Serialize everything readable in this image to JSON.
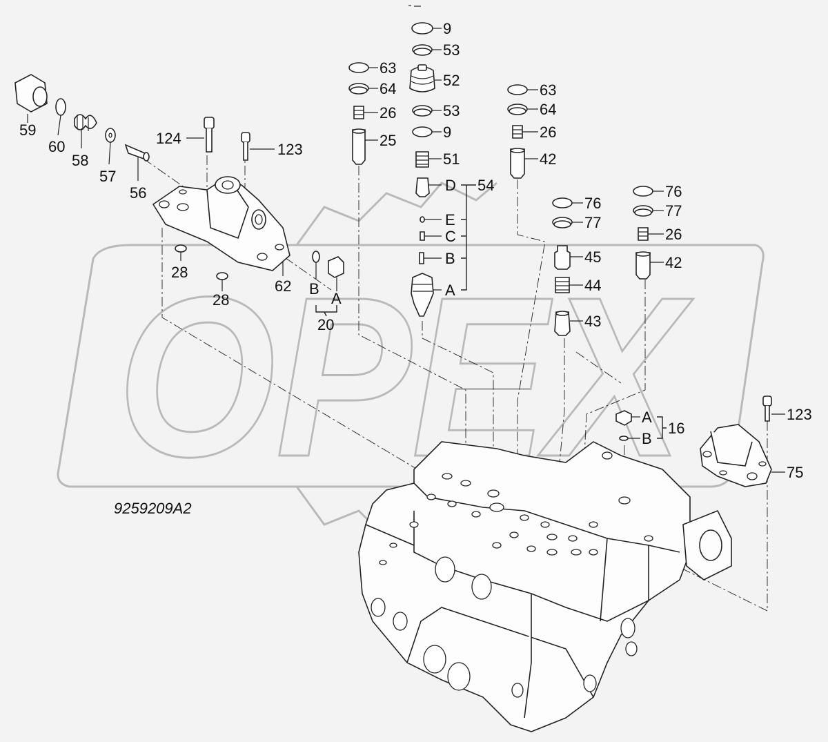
{
  "drawing_code": "9259209A2",
  "watermark_text": "OPEX",
  "callouts": {
    "n9a": "9",
    "n53a": "53",
    "n52": "52",
    "n53b": "53",
    "n9b": "9",
    "n51": "51",
    "nD": "D",
    "n54": "54",
    "nE": "E",
    "nC": "C",
    "nB54": "B",
    "nA54": "A",
    "n63a": "63",
    "n64a": "64",
    "n26a": "26",
    "n25": "25",
    "n63b": "63",
    "n64b": "64",
    "n26b": "26",
    "n42a": "42",
    "n76a": "76",
    "n77a": "77",
    "n45": "45",
    "n44": "44",
    "n43": "43",
    "n76b": "76",
    "n77b": "77",
    "n26c": "26",
    "n42b": "42",
    "n59": "59",
    "n60": "60",
    "n58": "58",
    "n57": "57",
    "n56": "56",
    "n124": "124",
    "n123a": "123",
    "n28a": "28",
    "n28b": "28",
    "n62": "62",
    "nB20": "B",
    "nA20": "A",
    "n20": "20",
    "nA16": "A",
    "nB16": "B",
    "n16": "16",
    "n123b": "123",
    "n75": "75"
  }
}
